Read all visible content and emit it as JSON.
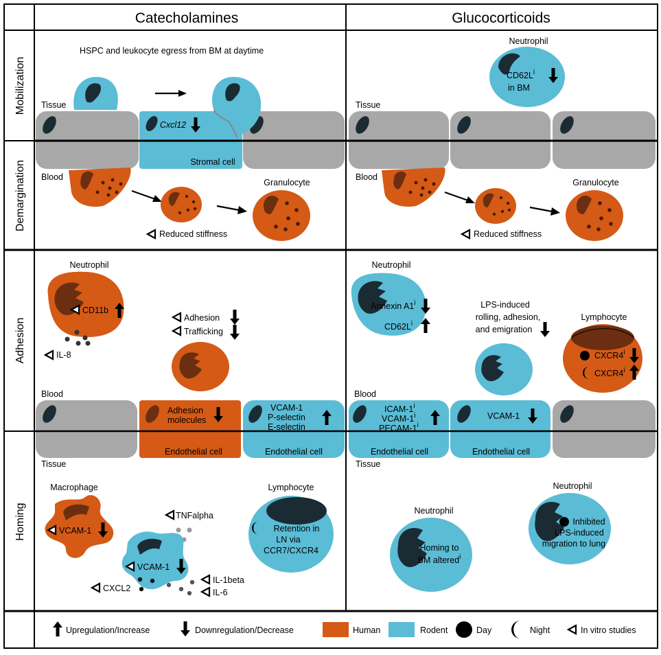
{
  "columns": {
    "left": "Catecholamines",
    "right": "Glucocorticoids"
  },
  "rows": {
    "mobilization": "Mobilization",
    "demargination": "Demargination",
    "adhesion": "Adhesion",
    "homing": "Homing"
  },
  "colors": {
    "human": "#d45a16",
    "rodent": "#5bbcd6",
    "vessel": "#a8a8a8",
    "nucleus": "#1b2b33"
  },
  "left": {
    "mobilization_title": "HSPC and leukocyte egress from BM at daytime",
    "tissue": "Tissue",
    "cxcl12": "Cxcl12",
    "stromal": "Stromal cell",
    "blood": "Blood",
    "granulocyte": "Granulocyte",
    "reduced_stiffness": "Reduced stiffness",
    "neutrophil": "Neutrophil",
    "cd11b": "CD11b",
    "il8": "IL-8",
    "adhesion": "Adhesion",
    "trafficking": "Trafficking",
    "blood2": "Blood",
    "adhesion_molecules_1": "Adhesion",
    "adhesion_molecules_2": "molecules",
    "vcam": "VCAM-1",
    "pselectin": "P-selectin",
    "eselectin": "E-selectin",
    "endothelial_1": "Endothelial cell",
    "endothelial_2": "Endothelial cell",
    "tissue2": "Tissue",
    "macrophage": "Macrophage",
    "mac_vcam": "VCAM-1",
    "tnfalpha": "TNFalpha",
    "vcam2": "VCAM-1",
    "cxcl2": "CXCL2",
    "il1beta": "IL-1beta",
    "il6": "IL-6",
    "lymphocyte": "Lymphocyte",
    "retention_1": "Retention in",
    "retention_2": "LN via",
    "retention_3": "CCR7/CXCR4"
  },
  "right": {
    "neutrophil_top": "Neutrophil",
    "cd62l": "CD62L",
    "sup_i": "i",
    "in_bm": "in BM",
    "tissue": "Tissue",
    "blood": "Blood",
    "granulocyte": "Granulocyte",
    "reduced_stiffness": "Reduced stiffness",
    "neutrophil": "Neutrophil",
    "annexin": "Annexin A1",
    "cd62l_2": "CD62L",
    "lps_1": "LPS-induced",
    "lps_2": "rolling, adhesion,",
    "lps_3": "and emigration",
    "lymphocyte": "Lymphocyte",
    "cxcr4_day": "CXCR4",
    "cxcr4_night": "CXCR4",
    "blood2": "Blood",
    "icam": "ICAM-1",
    "vcam": "VCAM-1",
    "pecam": "PECAM-1",
    "vcam_2": "VCAM-1",
    "endothelial_1": "Endothelial cell",
    "endothelial_2": "Endothelial cell",
    "tissue2": "Tissue",
    "neutrophil_home": "Neutrophil",
    "homing_1": "Homing to",
    "homing_2": "BM altered",
    "neutrophil_home2": "Neutrophil",
    "inhibited_1": "Inhibited",
    "inhibited_2": "LPS-induced",
    "inhibited_3": "migration to lung"
  },
  "legend": {
    "up": "Upregulation/Increase",
    "down": "Downregulation/Decrease",
    "human": "Human",
    "rodent": "Rodent",
    "day": "Day",
    "night": "Night",
    "invitro": "In vitro studies"
  }
}
